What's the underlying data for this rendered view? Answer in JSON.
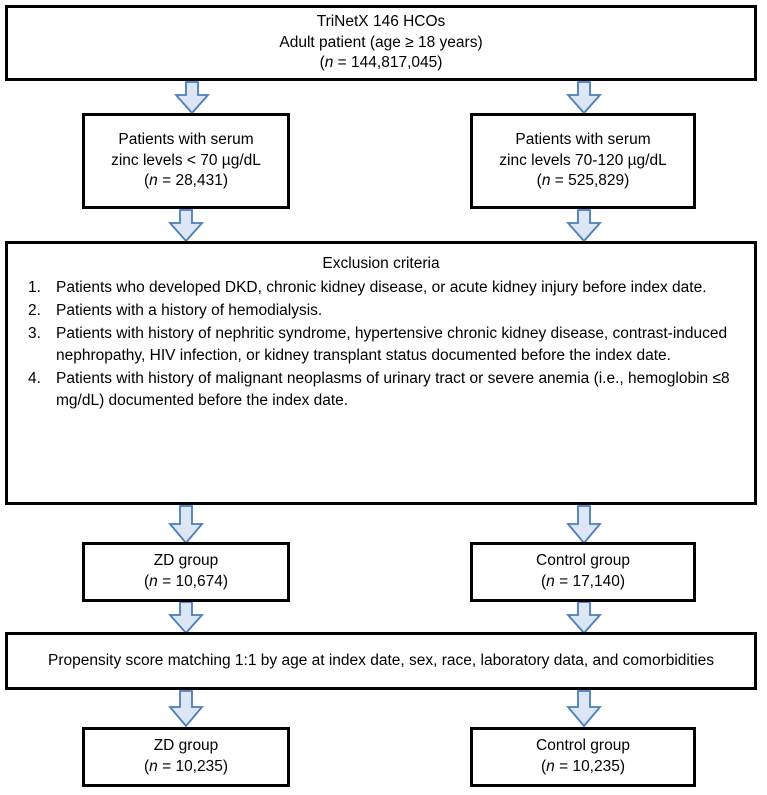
{
  "diagram": {
    "title": "Study cohort selection flow diagram",
    "colors": {
      "box_border": "#000000",
      "box_fill": "#FFFFFF",
      "arrow_fill": "#DCE6F5",
      "arrow_stroke": "#4A7EBB",
      "text": "#000000"
    },
    "nodes": {
      "root": {
        "name": "source-population",
        "lines": [
          "TriNetX 146 HCOs",
          "Adult patient (age ≥ 18 years)",
          "(n = 144,817,045)"
        ]
      },
      "zinc_low": {
        "name": "zinc-deficient-cohort",
        "lines": [
          "Patients with serum",
          "zinc levels < 70 µg/dL",
          "(n = 28,431)"
        ]
      },
      "zinc_normal": {
        "name": "normal-zinc-cohort",
        "lines": [
          "Patients with serum",
          "zinc levels 70-120 µg/dL",
          "(n = 525,829)"
        ]
      },
      "exclusion": {
        "name": "exclusion-criteria",
        "title": "Exclusion criteria",
        "items": [
          "Patients who developed DKD, chronic kidney disease, or acute kidney injury before index date.",
          "Patients with a history of hemodialysis.",
          "Patients with history of nephritic syndrome, hypertensive chronic kidney disease, contrast-induced nephropathy, HIV infection, or kidney transplant status documented before the index date.",
          "Patients with history of malignant neoplasms of urinary tract  or severe anemia (i.e., hemoglobin ≤8 mg/dL) documented before the index date."
        ]
      },
      "zd_group_1": {
        "name": "zd-group-prematch",
        "lines": [
          "ZD group",
          "(n = 10,674)"
        ]
      },
      "control_group_1": {
        "name": "control-group-prematch",
        "lines": [
          "Control group",
          "(n = 17,140)"
        ]
      },
      "propensity": {
        "name": "propensity-score-matching",
        "lines": [
          "Propensity score matching 1:1 by age at index date, sex, race, laboratory data, and comorbidities"
        ]
      },
      "zd_group_2": {
        "name": "zd-group-matched",
        "lines": [
          "ZD group",
          "(n = 10,235)"
        ]
      },
      "control_group_2": {
        "name": "control-group-matched",
        "lines": [
          "Control group",
          "(n = 10,235)"
        ]
      }
    },
    "arrows": [
      {
        "id": "root-to-zinc-low",
        "icon": "down-arrow-icon"
      },
      {
        "id": "root-to-zinc-normal",
        "icon": "down-arrow-icon"
      },
      {
        "id": "zinc-low-to-exclusion",
        "icon": "down-arrow-icon"
      },
      {
        "id": "zinc-normal-to-exclusion",
        "icon": "down-arrow-icon"
      },
      {
        "id": "exclusion-to-zd",
        "icon": "down-arrow-icon"
      },
      {
        "id": "exclusion-to-control",
        "icon": "down-arrow-icon"
      },
      {
        "id": "zd-to-propensity",
        "icon": "down-arrow-icon"
      },
      {
        "id": "control-to-propensity",
        "icon": "down-arrow-icon"
      },
      {
        "id": "propensity-to-zd",
        "icon": "down-arrow-icon"
      },
      {
        "id": "propensity-to-control",
        "icon": "down-arrow-icon"
      }
    ]
  }
}
